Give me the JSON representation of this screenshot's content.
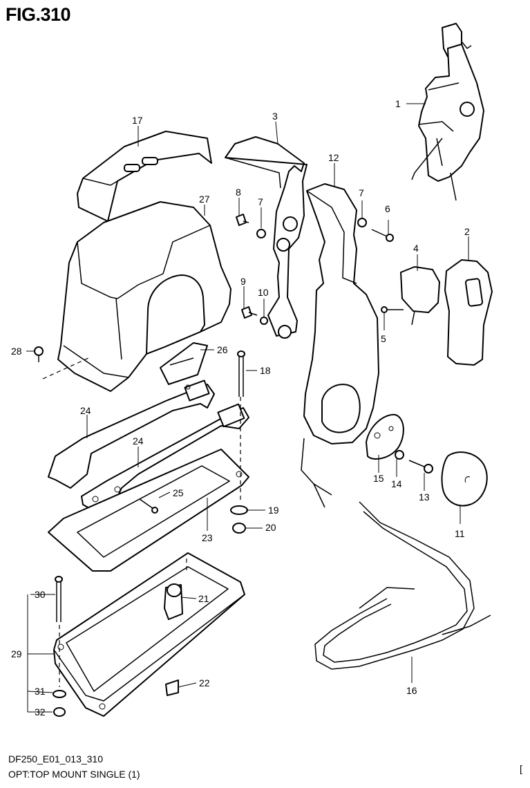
{
  "figure": {
    "title": "FIG.310",
    "code": "DF250_E01_013_310",
    "name": "OPT:TOP MOUNT SINGLE (1)",
    "corner_mark": "["
  },
  "callouts": {
    "c1": "1",
    "c2": "2",
    "c3": "3",
    "c4": "4",
    "c5": "5",
    "c6": "6",
    "c7a": "7",
    "c7b": "7",
    "c8": "8",
    "c9": "9",
    "c10": "10",
    "c11": "11",
    "c12": "12",
    "c13": "13",
    "c14": "14",
    "c15": "15",
    "c16": "16",
    "c17": "17",
    "c18": "18",
    "c19": "19",
    "c20": "20",
    "c21": "21",
    "c22": "22",
    "c23": "23",
    "c24a": "24",
    "c24b": "24",
    "c25": "25",
    "c26": "26",
    "c27": "27",
    "c28": "28",
    "c29": "29",
    "c30": "30",
    "c31": "31",
    "c32": "32"
  }
}
